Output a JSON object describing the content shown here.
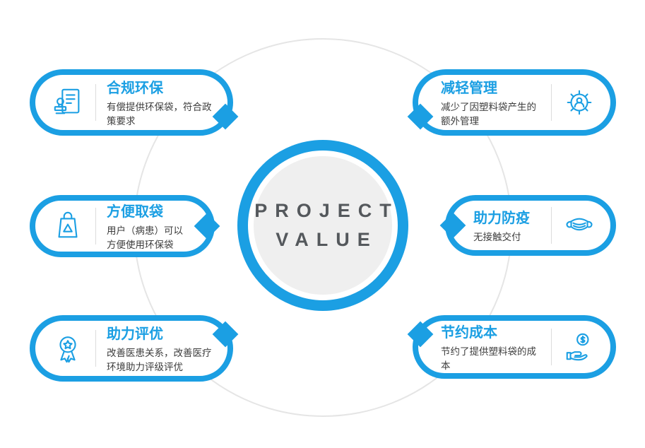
{
  "colors": {
    "accent": "#1B9FE3",
    "center_fill": "#EFEFEF",
    "center_text": "#54585C",
    "desc_text": "#3C3C3C",
    "outer_circle_line": "#E5E5E5"
  },
  "center": {
    "line1": "PROJECT",
    "line2": "VALUE"
  },
  "cards": [
    {
      "title": "合规环保",
      "desc": "有偿提供环保袋，符合政策要求",
      "icon": "stamp-certificate-icon",
      "side": "left"
    },
    {
      "title": "方便取袋",
      "desc": "用户（病患）可以方便使用环保袋",
      "icon": "recycle-bag-icon",
      "side": "left"
    },
    {
      "title": "助力评优",
      "desc": "改善医患关系，改善医疗环境助力评级评优",
      "icon": "award-medal-icon",
      "side": "left"
    },
    {
      "title": "减轻管理",
      "desc": "减少了因塑料袋产生的额外管理",
      "icon": "gear-user-icon",
      "side": "right"
    },
    {
      "title": "助力防疫",
      "desc": "无接触交付",
      "icon": "face-mask-icon",
      "side": "right"
    },
    {
      "title": "节约成本",
      "desc": "节约了提供塑料袋的成本",
      "icon": "hand-dollar-icon",
      "side": "right"
    }
  ]
}
